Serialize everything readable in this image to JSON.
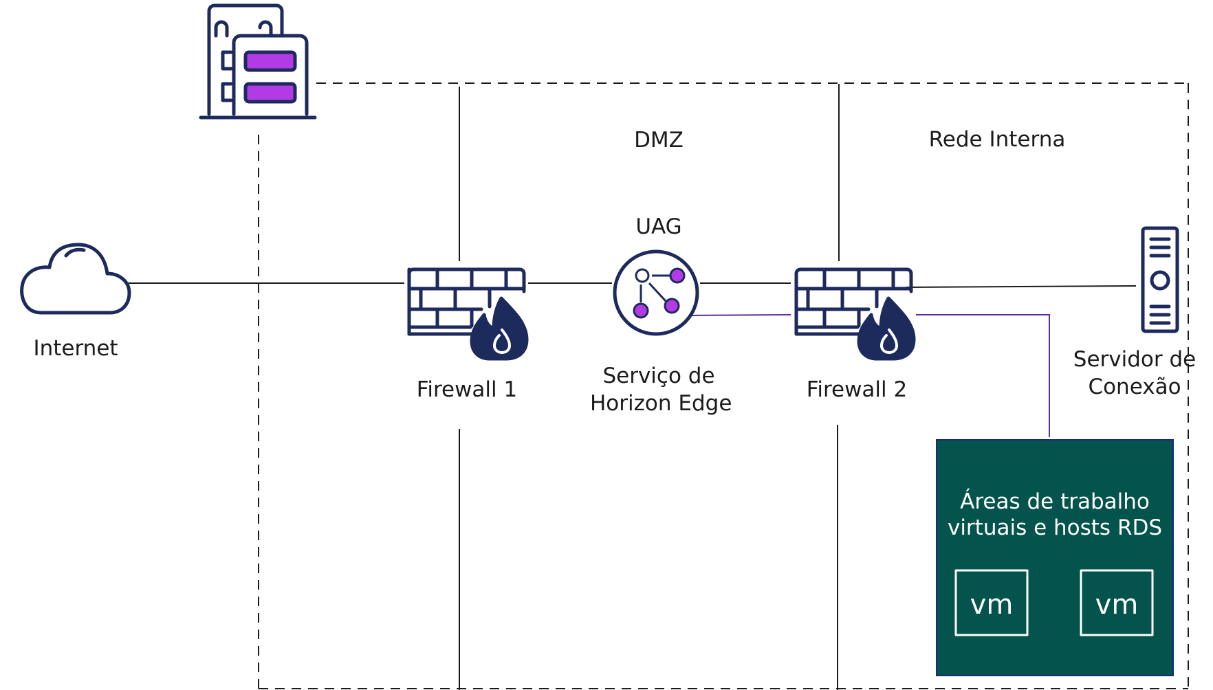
{
  "zones": {
    "dmz": "DMZ",
    "internal": "Rede Interna"
  },
  "nodes": {
    "internet": {
      "label": "Internet",
      "icon": "cloud-icon"
    },
    "datacenter": {
      "icon": "datacenter-icon"
    },
    "firewall1": {
      "label": "Firewall 1",
      "icon": "firewall-icon"
    },
    "uag": {
      "title": "UAG",
      "label_line1": "Serviço de",
      "label_line2": "Horizon Edge",
      "icon": "network-nodes-icon"
    },
    "firewall2": {
      "label": "Firewall 2",
      "icon": "firewall-icon"
    },
    "connection_server": {
      "label_line1": "Servidor de",
      "label_line2": "Conexão",
      "icon": "server-tower-icon"
    },
    "vdi": {
      "label_line1": "Áreas de trabalho",
      "label_line2": "virtuais e hosts RDS",
      "vm1": "vm",
      "vm2": "vm",
      "icon": "vm-icon"
    }
  },
  "colors": {
    "line": "#1b1b1b",
    "icon_navy": "#1c2a5c",
    "accent_purple": "#b23be6",
    "purple_link": "#5a2ca0",
    "vdi_background": "#04534c",
    "vdi_border": "#1c2a7c"
  }
}
